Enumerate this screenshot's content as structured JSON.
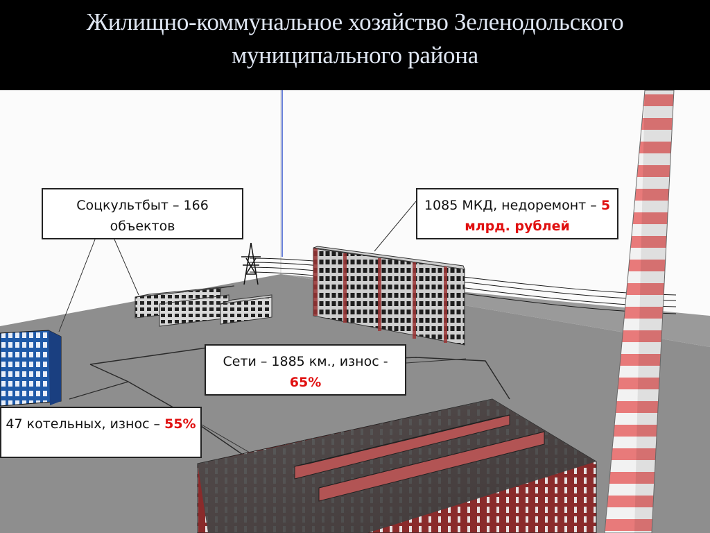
{
  "title": {
    "line1": "Жилищно-коммунальное хозяйство Зеленодольского",
    "line2": "муниципального района"
  },
  "callouts": {
    "social": {
      "text": "Соцкультбыт – 166 объектов"
    },
    "mkd": {
      "text": "1085 МКД, недоремонт – ",
      "highlight": "5 млрд. рублей"
    },
    "networks": {
      "text": "Сети – 1885 км., износ - ",
      "highlight": "65%"
    },
    "boilers": {
      "text": "47 котельных, износ – ",
      "highlight": "55%"
    }
  },
  "colors": {
    "title_bar": "#000000",
    "title_text": "#dfe6f2",
    "highlight": "#e01010",
    "ground": "#8e8e8e"
  }
}
